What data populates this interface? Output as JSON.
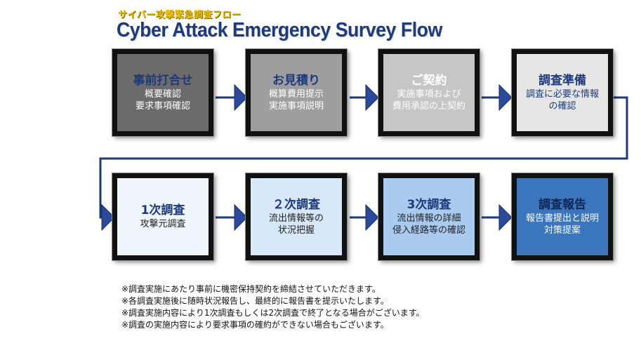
{
  "header": {
    "subtitle": "サイバー攻撃緊急調査フロー",
    "title": "Cyber Attack Emergency Survey Flow"
  },
  "steps": [
    {
      "title": "事前打合せ",
      "lines": [
        "概要確認",
        "要求事項確認"
      ],
      "fill": "#6b6b6b",
      "title_color": "#1f3a7a",
      "text_color": "#ffffff"
    },
    {
      "title": "お見積り",
      "lines": [
        "概算費用提示",
        "実施事項説明"
      ],
      "fill": "#9e9e9e",
      "title_color": "#1f3a7a",
      "text_color": "#ffffff"
    },
    {
      "title": "ご契約",
      "lines": [
        "実施事項および",
        "費用承認の上契約"
      ],
      "fill": "#c6c6c6",
      "title_color": "#ffffff",
      "text_color": "#ffffff"
    },
    {
      "title": "調査準備",
      "lines": [
        "調査に必要な情報",
        "の確認"
      ],
      "fill": "#e6e6e6",
      "title_color": "#1f3a7a",
      "text_color": "#1f3a7a"
    },
    {
      "title": "1次調査",
      "lines": [
        "攻撃元調査"
      ],
      "fill": "#eef5fd",
      "title_color": "#1f3a7a",
      "text_color": "#222222"
    },
    {
      "title": "２次調査",
      "lines": [
        "流出情報等の",
        "状況把握"
      ],
      "fill": "#d7e8fa",
      "title_color": "#1f3a7a",
      "text_color": "#222222"
    },
    {
      "title": "3次調査",
      "lines": [
        "流出情報の詳細",
        "侵入経路等の確認"
      ],
      "fill": "#a9cbef",
      "title_color": "#1f3a7a",
      "text_color": "#222222"
    },
    {
      "title": "調査報告",
      "lines": [
        "報告書提出と説明",
        "対策提案"
      ],
      "fill": "#3b76bd",
      "title_color": "#0d2756",
      "text_color": "#ffffff"
    }
  ],
  "notes": [
    "※調査実施にあたり事前に機密保持契約を締結させていただきます。",
    "※各調査実施後に随時状況報告し、最終的に報告書を提示いたします。",
    "※調査実施内容により1次調査もしくは2次調査で終了となる場合がございます。",
    "※調査の実施内容により要求事項の確約ができない場合もございます。"
  ],
  "colors": {
    "connector": "#1f3a7a",
    "arrow": "#2b4a9a",
    "border": "#111111"
  }
}
